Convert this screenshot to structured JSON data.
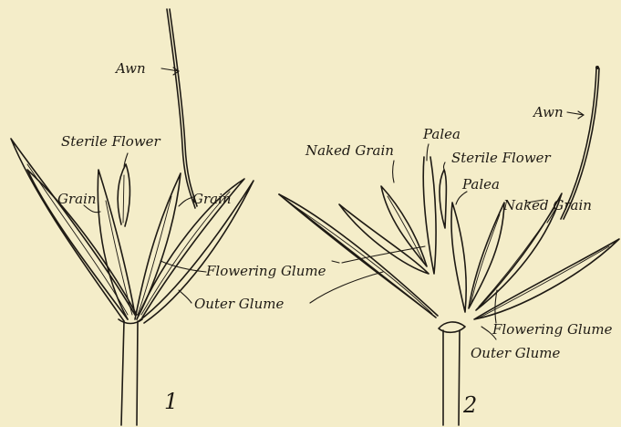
{
  "figure1": {
    "number": "1",
    "labels": {
      "awn": "Awn",
      "sterile_flower": "Sterile Flower",
      "grain_left": "Grain",
      "grain_right": "Grain",
      "flowering_glume": "Flowering Glume",
      "outer_glume": "Outer Glume"
    }
  },
  "figure2": {
    "number": "2",
    "labels": {
      "awn": "Awn",
      "naked_grain_left": "Naked Grain",
      "palea_top": "Palea",
      "sterile_flower": "Sterile Flower",
      "palea_mid": "Palea",
      "naked_grain_right": "Naked Grain",
      "flowering_glume": "Flowering Glume",
      "outer_glume": "Outer Glume"
    }
  },
  "colors": {
    "paper": "#f4edc9",
    "ink": "#1e1a14"
  }
}
